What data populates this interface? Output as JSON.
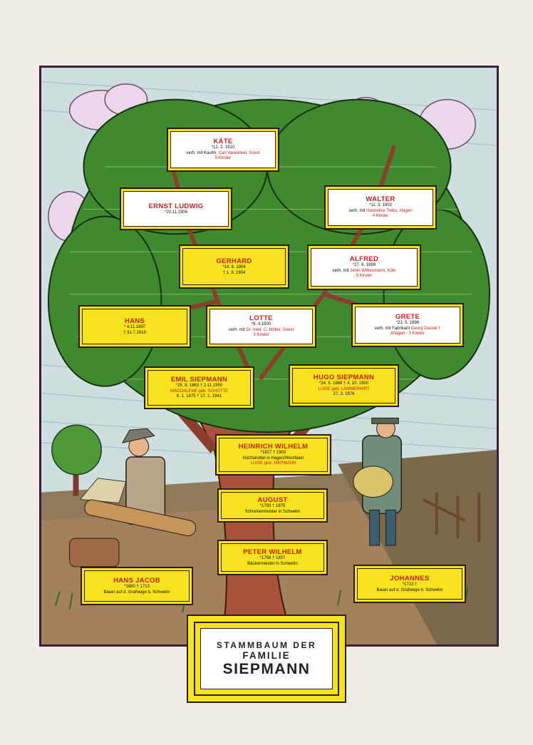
{
  "title": {
    "line1": "STAMMBAUM DER",
    "line2": "FAMILIE",
    "line3": "SIEPMANN"
  },
  "kaete": {
    "name": "KÄTE",
    "l1": "*12. 2. 1910",
    "l2a": "verh. mit Kaufm.",
    "l2b": "Carl Vaswinkel, Soest",
    "l3": "5 Kinder"
  },
  "ernst": {
    "name": "ERNST LUDWIG",
    "l1": "*20.11.1906"
  },
  "walter": {
    "name": "WALTER",
    "l1": "*11. 3. 1902",
    "l2a": "verh. mit",
    "l2b": "Hannelise Trebs, Hagen",
    "l3": "4 Kinder"
  },
  "gerhard": {
    "name": "GERHARD",
    "l1": "*14. 6. 1904",
    "l2": "† 1. 9. 1904"
  },
  "alfred": {
    "name": "ALFRED",
    "l1": "*27. 6. 1899",
    "l2a": "verh. mit",
    "l2b": "Jenni Wilkesmann, Köln",
    "l3": "5 Kinder"
  },
  "hans": {
    "name": "HANS",
    "l1": "* 4.11.1897",
    "l2": "† 31.7.1919"
  },
  "lotte": {
    "name": "LOTTE",
    "l1": "*8. 4.1900",
    "l2a": "verh. mit",
    "l2b": "Dr. med. C. Möller, Soest",
    "l3": "3 Kinder"
  },
  "grete": {
    "name": "GRETE",
    "l1": "*21. 5. 1898",
    "l2a": "verh. mit Fabrikant",
    "l2b": "Georg Dassel †",
    "l3": "Allagen - 3 Kinder"
  },
  "emil": {
    "name": "EMIL SIEPMANN",
    "l1": "*25. 8. 1863      † 2.11.1950",
    "l2": "MAGDALENE geb. SCHÜTTE",
    "l3": "6. 1. 1875      † 17. 1. 1941"
  },
  "hugo": {
    "name": "HUGO SIEPMANN",
    "l1": "*24. 5. 1868   † 4. 10. 1950",
    "l2": "LUISE geb. LAMMERHIRT",
    "l3": "27. 3. 1876"
  },
  "heinrich": {
    "name": "HEINRICH WILHELM",
    "l1": "*1827                † 1902",
    "l2": "Holzhändler in Hagen/Westfalen",
    "l3": "LUISE geb. SIEPMANN"
  },
  "august": {
    "name": "AUGUST",
    "l1": "*1793              † 1875",
    "l2": "Schreinermeister in Schwelm"
  },
  "peter": {
    "name": "PETER WILHELM",
    "l1": "*1758           † 1837",
    "l2": "Bäckermeister in Schwelm"
  },
  "hansjacob": {
    "name": "HANS JACOB",
    "l1": "*1680            † 1713",
    "l2": "Bauer auf d. Grafwege b. Schwelm"
  },
  "johannes": {
    "name": "JOHANNES",
    "l1": "*1713            †",
    "l2": "Bauer auf d. Grafwege b. Schwelm"
  },
  "colors": {
    "yellow": "#f6e21d",
    "red": "#c8201c",
    "pink": "#c8206e",
    "frame": "#3b1f3a",
    "leaf": "#3f8a2e",
    "trunk": "#a8523c"
  }
}
